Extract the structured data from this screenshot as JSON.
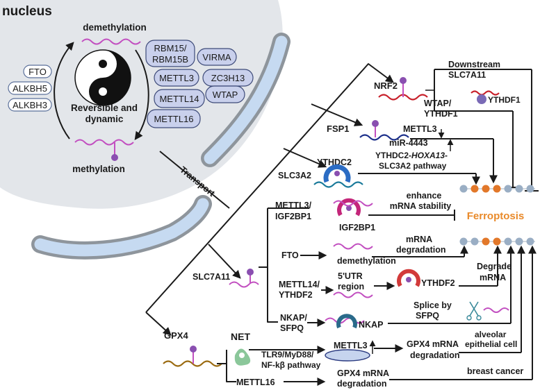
{
  "nucleus": {
    "title": "nucleus",
    "demethylation": "demethylation",
    "methylation": "methylation",
    "center": [
      "Reversible and",
      "dynamic"
    ],
    "erasers": [
      "FTO",
      "ALKBH5",
      "ALKBH3"
    ],
    "writers": [
      "RBM15/",
      "RBM15B",
      "VIRMA",
      "METTL3",
      "ZC3H13",
      "METTL14",
      "WTAP",
      "METTL16"
    ],
    "transport": "Transport"
  },
  "pathways": {
    "nrf2": "NRF2",
    "downstream": [
      "Downstream",
      "SLC7A11"
    ],
    "wtap_ythdf1": [
      "WTAP/",
      "YTHDF1"
    ],
    "ythdf1": "YTHDF1",
    "fsp1": "FSP1",
    "mettl3_top": "METTL3",
    "mir": "miR-4443",
    "ythdc2": "YTHDC2",
    "slc3a2": "SLC3A2",
    "hoxa_line1_pre": "YTHDC2-",
    "hoxa_line1_it": "HOXA13",
    "hoxa_line1_post": "-",
    "hoxa_line2": "SLC3A2 pathway",
    "mettl3_igf": [
      "METTL3/",
      "IGF2BP1"
    ],
    "igf2bp1": "IGF2BP1",
    "enhance": [
      "enhance",
      "mRNA  stability"
    ],
    "ferroptosis": "Ferroptosis",
    "fto": "FTO",
    "demethylation2": "demethylation",
    "mrna_deg": [
      "mRNA",
      "degradation"
    ],
    "slc7a11": "SLC7A11",
    "mettl14": [
      "METTL14/",
      "YTHDF2"
    ],
    "utr": [
      "5'UTR",
      "region"
    ],
    "ythdf2": "YTHDF2",
    "degrade": [
      "Degrade",
      "mRNA"
    ],
    "splice": [
      "Splice by",
      "SFPQ"
    ],
    "nkap_sfpq": [
      "NKAP/",
      "SFPQ"
    ],
    "nkap": "NKAP",
    "gpx4": "GPX4",
    "net": "NET",
    "tlr": [
      "TLR9/MyD88/",
      "NF-kβ pathway"
    ],
    "mettl3_net": "METTL3",
    "gpx4_deg": [
      "GPX4 mRNA",
      "degradation"
    ],
    "alveolar": [
      "alveolar",
      "epithelial cell"
    ],
    "mettl16": "METTL16",
    "gpx4_deg2": [
      "GPX4 mRNA",
      "degradation"
    ],
    "breast": "breast cancer"
  },
  "colors": {
    "nucleus_bg": "#e3e6ea",
    "er_fill": "#c6daf1",
    "er_stroke": "#8e959c",
    "writer_fill": "#c9d0ec",
    "ferroptosis_text": "#e98a2a",
    "lipid_head_blue": "#9aaec4",
    "lipid_head_orange": "#e2782a"
  }
}
